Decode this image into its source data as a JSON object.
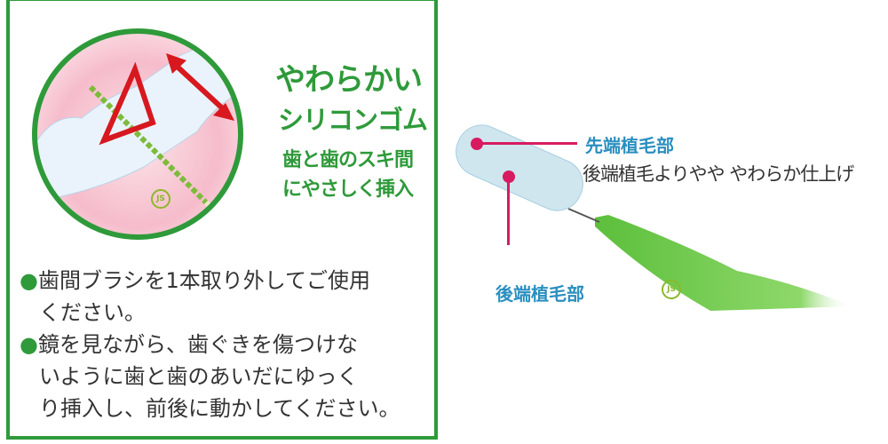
{
  "left_panel": {
    "headline1": "やわらかい",
    "headline2": "シリコンゴム",
    "sub1": "歯と歯のスキ間",
    "sub2": "にやさしく挿入",
    "bullets": [
      {
        "marker": "●",
        "lines": [
          "歯間ブラシを1本取り外してご使用",
          "ください。"
        ]
      },
      {
        "marker": "●",
        "lines": [
          "鏡を見ながら、歯ぐきを傷つけな",
          "いように歯と歯のあいだにゆっく",
          "り挿入し、前後に動かしてください。"
        ]
      }
    ],
    "logo": "JS"
  },
  "right_panel": {
    "tip_label": "先端植毛部",
    "tip_desc": "後端植毛よりやや やわらか仕上げ",
    "rear_label": "後端植毛部",
    "logo": "JS"
  },
  "colors": {
    "green": "#2e9a3a",
    "callout": "#d81b60",
    "blue": "#2a8fc0"
  }
}
